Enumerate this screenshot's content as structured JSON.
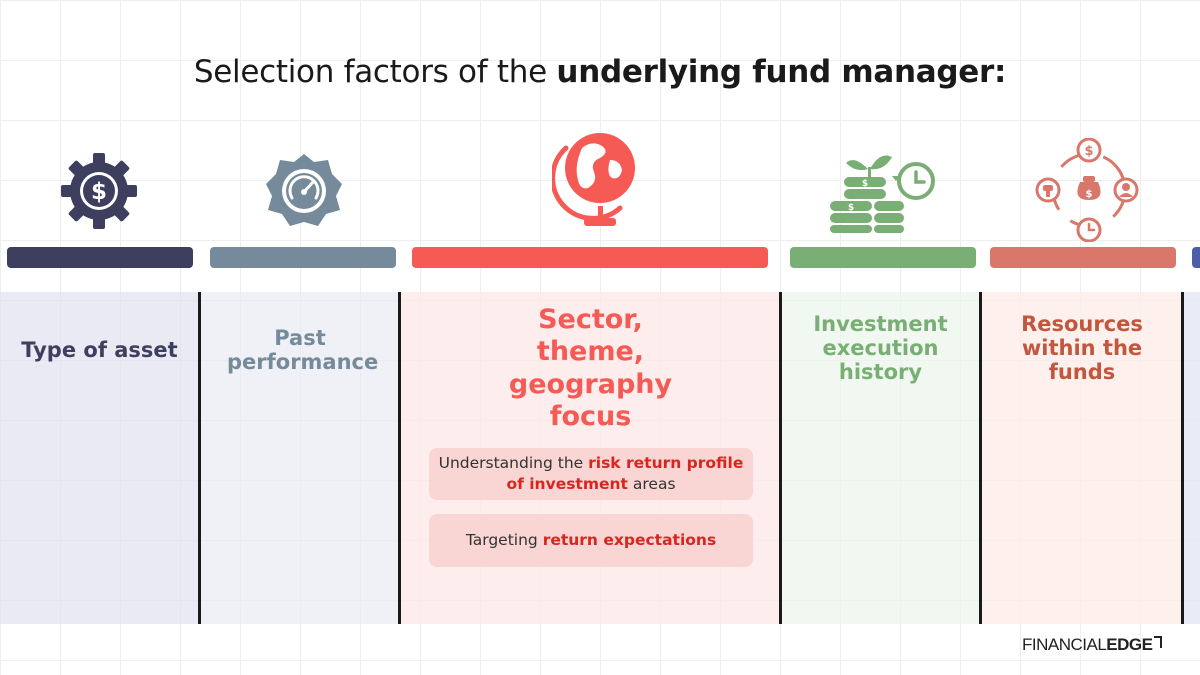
{
  "title": {
    "prefix": "Selection factors of the ",
    "bold": "underlying fund manager:"
  },
  "colors": {
    "navy": "#3e3f5e",
    "slate": "#758a9a",
    "red": "#f65a54",
    "green": "#79ae74",
    "rust": "#d9786a",
    "blue": "#4b5fa8"
  },
  "columns": [
    {
      "title": "Type of asset",
      "icon": "dollar-gear-icon"
    },
    {
      "title": "Past performance",
      "icon": "speedometer-gear-icon"
    },
    {
      "title": "Sector, theme, geography focus",
      "icon": "globe-icon",
      "points": [
        {
          "pre": "Understanding the ",
          "bold": "risk return profile of investment",
          "post": " areas"
        },
        {
          "pre": "Targeting ",
          "bold": "return expectations",
          "post": ""
        }
      ]
    },
    {
      "title": "Investment execution history",
      "icon": "coins-plant-clock-icon"
    },
    {
      "title": "Resources within the funds",
      "icon": "money-bag-cycle-icon"
    }
  ],
  "logo": {
    "light": "FINANCIAL",
    "bold": "EDGE"
  }
}
